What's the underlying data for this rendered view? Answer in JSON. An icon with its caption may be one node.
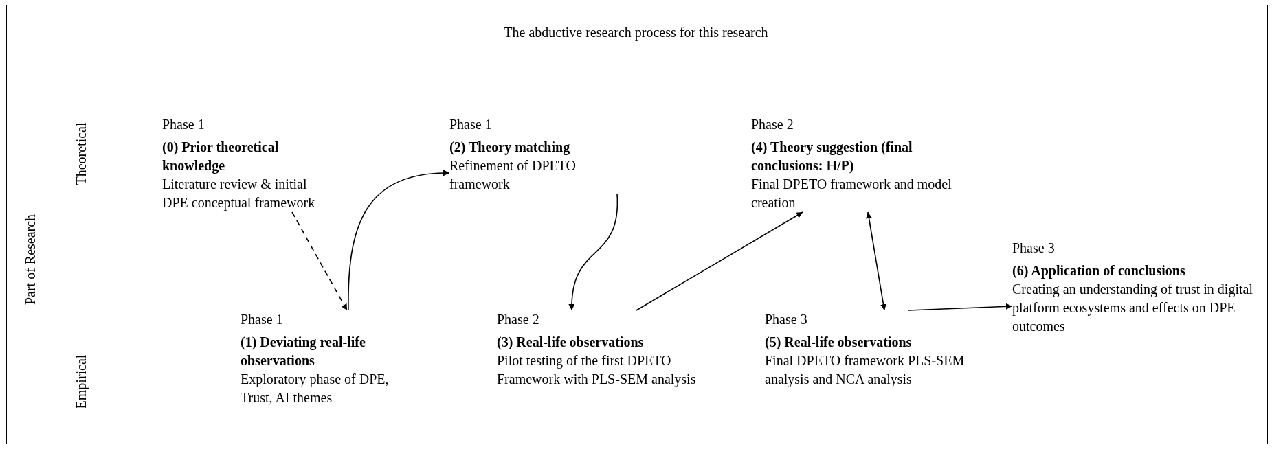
{
  "diagram": {
    "title": "The abductive research process for this research",
    "nodes": [
      {
        "text": [
          "Phase 1",
          "(0) Prior theoretical knowledge",
          "Literature review & initial DPE conceptual framework"
        ]
      },
      {
        "text": [
          "Phase 1",
          "(1) Deviating real-life observations",
          "Exploratory phase of DPE, Trust, AI themes"
        ]
      },
      {
        "text": [
          "Phase 1",
          "(2) Theory matching",
          "Refinement of DPETO framework"
        ]
      },
      {
        "text": [
          "Phase 2",
          "(3) Real-life observations",
          "Pilot testing of the first DPETO Framework with PLS-SEM analysis"
        ]
      },
      {
        "text": [
          "Phase 2",
          "(4) Theory suggestion (final conclusions: H/P)",
          "Final DPETO framework and model creation"
        ]
      },
      {
        "text": [
          "Phase 3",
          "(5) Real-life observations",
          "Final DPETO framework PLS-SEM analysis and NCA analysis"
        ]
      },
      {
        "text": [
          "Phase 3",
          "(6) Application of conclusions",
          "Creating an understanding of trust in digital platform ecosystems and effects on DPE outcomes"
        ]
      }
    ],
    "edges": [
      {
        "from": 0,
        "to": 1,
        "arrow": "to",
        "style": "dashed"
      },
      {
        "from": 1,
        "to": 2,
        "arrow": "to"
      },
      {
        "from": 2,
        "to": 3,
        "arrow": "to"
      },
      {
        "from": 3,
        "to": 4,
        "arrow": "to"
      },
      {
        "from": 4,
        "to": 5,
        "arrow": "both"
      },
      {
        "from": 5,
        "to": 6,
        "arrow": "to"
      }
    ],
    "labels": [
      "Theoretical",
      "Part of Research",
      "Empirical"
    ]
  }
}
